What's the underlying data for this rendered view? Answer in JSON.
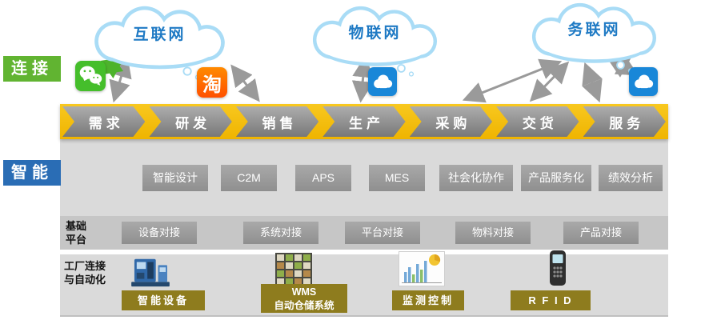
{
  "clouds": [
    {
      "label": "互联网"
    },
    {
      "label": "物联网"
    },
    {
      "label": "务联网"
    }
  ],
  "side_labels": {
    "connect": "连接",
    "smart": "智能"
  },
  "chain": [
    "需求",
    "研发",
    "销售",
    "生产",
    "采购",
    "交货",
    "服务"
  ],
  "smart_apps": [
    "智能设计",
    "C2M",
    "APS",
    "MES",
    "社会化协作",
    "产品服务化",
    "绩效分析"
  ],
  "platform": {
    "title_lines": [
      "基础",
      "平台"
    ],
    "items": [
      "设备对接",
      "系统对接",
      "平台对接",
      "物料对接",
      "产品对接"
    ]
  },
  "factory": {
    "title_lines": [
      "工厂连接",
      "与自动化"
    ],
    "items": [
      {
        "icon": "machine-icon",
        "label": "智能设备"
      },
      {
        "icon": "warehouse-icon",
        "label_lines": [
          "WMS",
          "自动仓储系统"
        ]
      },
      {
        "icon": "chart-icon",
        "label": "监测控制"
      },
      {
        "icon": "rfid-icon",
        "label": "R F I D"
      }
    ]
  },
  "top_icons": [
    {
      "name": "wechat-icon"
    },
    {
      "name": "taobao-icon",
      "glyph": "淘"
    },
    {
      "name": "cloud-app-icon"
    },
    {
      "name": "cloud-app-icon"
    }
  ],
  "colors": {
    "gold": "#F0B400",
    "connect_green": "#61B431",
    "smart_blue": "#2A6DB5",
    "olive_label": "#8E7C1E",
    "box_gray": "#9B9B9B",
    "cloud_text_blue": "#1F7AC4",
    "wechat_green": "#45BE2B",
    "taobao_orange": "#FF6A00",
    "cloud_app_blue": "#1987D8"
  }
}
